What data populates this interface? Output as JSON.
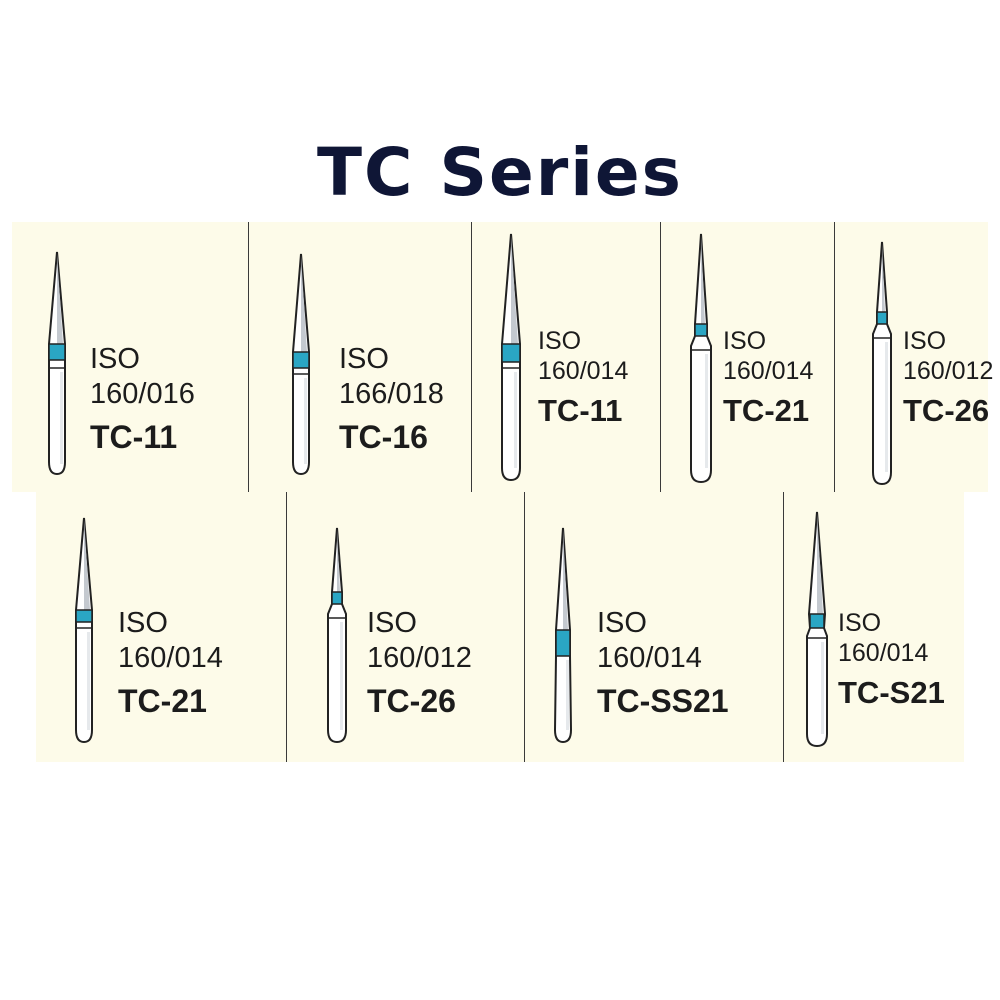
{
  "title": "TC Series",
  "colors": {
    "band": "#2aa6c4",
    "title": "#0f1636",
    "card": "#fdfbe9"
  },
  "rows": [
    [
      {
        "iso": "ISO",
        "size": "160/016",
        "code": "TC-11"
      },
      {
        "iso": "ISO",
        "size": "166/018",
        "code": "TC-16"
      },
      {
        "iso": "ISO",
        "size": "160/014",
        "code": "TC-11"
      },
      {
        "iso": "ISO",
        "size": "160/014",
        "code": "TC-21"
      },
      {
        "iso": "ISO",
        "size": "160/012",
        "code": "TC-26"
      }
    ],
    [
      {
        "iso": "ISO",
        "size": "160/014",
        "code": "TC-21"
      },
      {
        "iso": "ISO",
        "size": "160/012",
        "code": "TC-26"
      },
      {
        "iso": "ISO",
        "size": "160/014",
        "code": "TC-SS21"
      },
      {
        "iso": "ISO",
        "size": "160/014",
        "code": "TC-S21"
      }
    ]
  ]
}
